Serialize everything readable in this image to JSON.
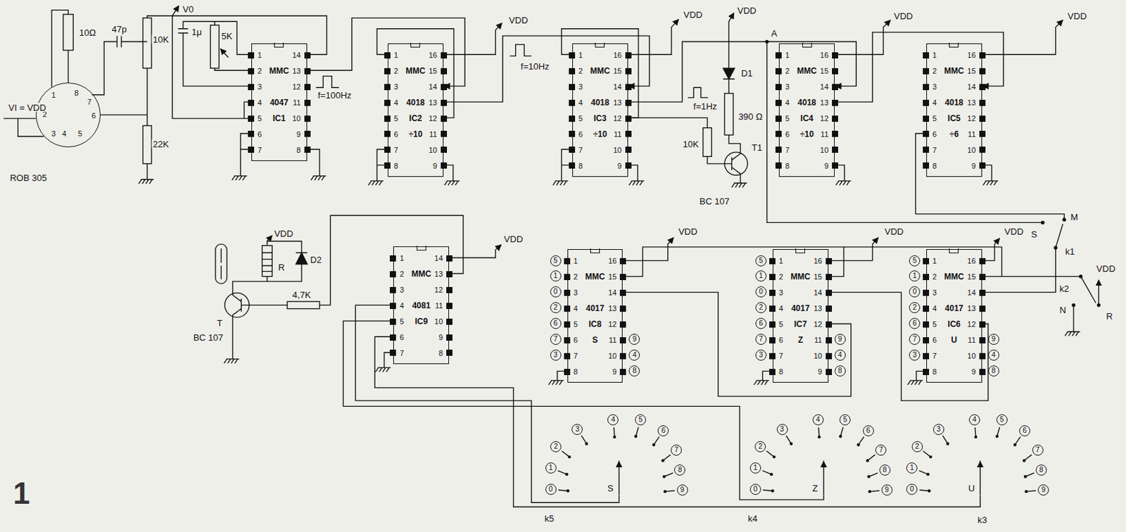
{
  "diagram": {
    "nodes": [
      {
        "text": [
          "1",
          "8",
          "7",
          "2",
          "6",
          "3",
          "4",
          "5",
          "ROB 305"
        ]
      },
      {
        "text": [
          "MMC",
          "4047",
          "IC1",
          "1",
          "2",
          "3",
          "4",
          "5",
          "6",
          "7",
          "8",
          "9",
          "10",
          "11",
          "12",
          "13",
          "14"
        ]
      },
      {
        "text": [
          "MMC",
          "4018",
          "IC2",
          "÷10",
          "1",
          "2",
          "3",
          "4",
          "5",
          "6",
          "7",
          "8",
          "9",
          "10",
          "11",
          "12",
          "13",
          "14",
          "15",
          "16"
        ]
      },
      {
        "text": [
          "MMC",
          "4018",
          "IC3",
          "÷10",
          "1",
          "2",
          "3",
          "4",
          "5",
          "6",
          "7",
          "8",
          "9",
          "10",
          "11",
          "12",
          "13",
          "14",
          "15",
          "16"
        ]
      },
      {
        "text": [
          "MMC",
          "4018",
          "IC4",
          "÷10",
          "1",
          "2",
          "3",
          "4",
          "5",
          "6",
          "7",
          "8",
          "9",
          "10",
          "11",
          "12",
          "13",
          "14",
          "15",
          "16"
        ]
      },
      {
        "text": [
          "MMC",
          "4018",
          "IC5",
          "÷6",
          "1",
          "2",
          "3",
          "4",
          "5",
          "6",
          "7",
          "8",
          "9",
          "10",
          "11",
          "12",
          "13",
          "14",
          "15",
          "16"
        ]
      },
      {
        "text": [
          "MMC",
          "4081",
          "IC9",
          "1",
          "2",
          "3",
          "4",
          "5",
          "6",
          "7",
          "8",
          "9",
          "10",
          "11",
          "12",
          "13",
          "14"
        ]
      },
      {
        "text": [
          "MMC",
          "4017",
          "IC8",
          "S",
          "1",
          "2",
          "3",
          "4",
          "5",
          "6",
          "7",
          "8",
          "9",
          "10",
          "11",
          "12",
          "13",
          "14",
          "15",
          "16"
        ]
      },
      {
        "text": [
          "MMC",
          "4017",
          "IC7",
          "Z",
          "1",
          "2",
          "3",
          "4",
          "5",
          "6",
          "7",
          "8",
          "9",
          "10",
          "11",
          "12",
          "13",
          "14",
          "15",
          "16"
        ]
      },
      {
        "text": [
          "MMC",
          "4017",
          "IC6",
          "U",
          "1",
          "2",
          "3",
          "4",
          "5",
          "6",
          "7",
          "8",
          "9",
          "10",
          "11",
          "12",
          "13",
          "14",
          "15",
          "16"
        ]
      }
    ],
    "edges": [
      {
        "from": 1,
        "to": 2,
        "arrow": "to"
      },
      {
        "from": 2,
        "to": 3,
        "arrow": "to"
      },
      {
        "from": 3,
        "to": 4,
        "arrow": "to"
      },
      {
        "from": 4,
        "to": 5,
        "arrow": "to"
      }
    ],
    "labels": [
      "VI = VDD",
      "10Ω",
      "47p",
      "10K",
      "22K",
      "V0",
      "1μ",
      "5K",
      "f=100Hz",
      "VDD",
      "f=10Hz",
      "VDD",
      "VDD",
      "A",
      "D1",
      "f=1Hz",
      "390 Ω",
      "10K",
      "T1",
      "BC 107",
      "VDD",
      "VDD",
      "VDD",
      "R",
      "D2",
      "T",
      "BC 107",
      "4,7K",
      "VDD",
      "VDD",
      "VDD",
      "VDD",
      "S",
      "M",
      "k1",
      "VDD",
      "k2",
      "N",
      "R",
      "1",
      "k5",
      "k4",
      "k3",
      "5",
      "1",
      "0",
      "2",
      "6",
      "7",
      "3",
      "9",
      "4",
      "8",
      "5",
      "1",
      "0",
      "2",
      "6",
      "7",
      "3",
      "9",
      "4",
      "8",
      "5",
      "1",
      "0",
      "2",
      "6",
      "7",
      "3",
      "9",
      "4",
      "8",
      "0",
      "1",
      "2",
      "3",
      "4",
      "5",
      "6",
      "7",
      "8",
      "9",
      "S",
      "0",
      "1",
      "2",
      "3",
      "4",
      "5",
      "6",
      "7",
      "8",
      "9",
      "Z",
      "0",
      "1",
      "2",
      "3",
      "4",
      "5",
      "6",
      "7",
      "8",
      "9",
      "U"
    ]
  }
}
